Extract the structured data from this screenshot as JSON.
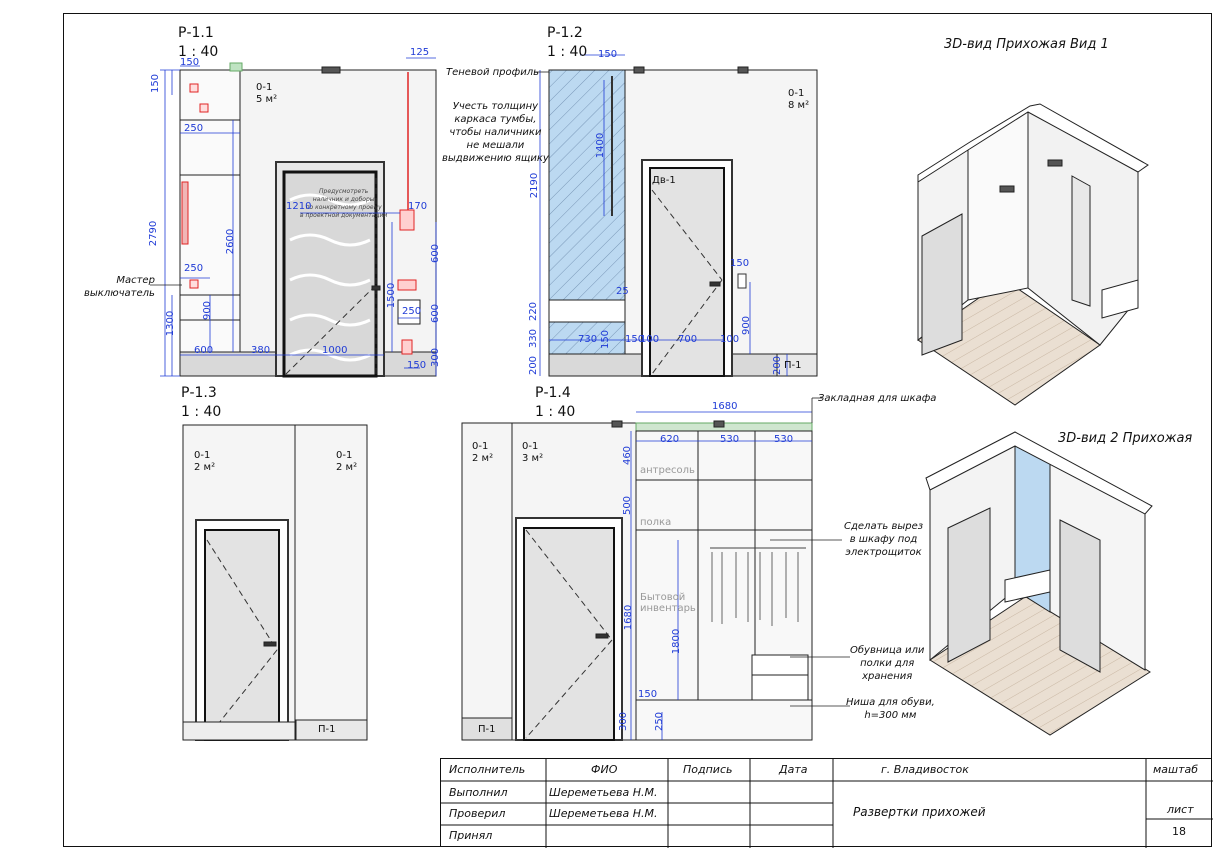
{
  "views": {
    "p11": {
      "code": "Р-1.1",
      "scale": "1 : 40",
      "room": "0-1",
      "area": "5 м²"
    },
    "p12": {
      "code": "Р-1.2",
      "scale": "1 : 40",
      "room": "0-1",
      "area": "8 м²"
    },
    "p13": {
      "code": "Р-1.3",
      "scale": "1 : 40",
      "room_a": "0-1",
      "area_a": "2 м²",
      "room_b": "0-1",
      "area_b": "2 м²",
      "floor": "П-1"
    },
    "p14": {
      "code": "Р-1.4",
      "scale": "1 : 40",
      "room_a": "0-1",
      "area_a": "2 м²",
      "room_b": "0-1",
      "area_b": "3 м²",
      "floor": "П-1"
    },
    "view3d1": "3D-вид Прихожая Вид 1",
    "view3d2": "3D-вид 2 Прихожая"
  },
  "notes": {
    "master_switch": "Мастер\nвыключатель",
    "shadow_profile": "Теневой профиль",
    "thickness": "Учесть толщину\nкаркаса тумбы,\nчтобы наличники\nне мешали\nвыдвижению ящику",
    "embed": "Закладная для шкафа",
    "cutout": "Сделать вырез\nв шкафу под\nэлектрощиток",
    "shoe_rack": "Обувница или\nполки для\nхранения",
    "shoe_niche": "Ниша для обуви,\nh=300 мм",
    "door_note": "Предусмотреть\nналичник и доборы\nпо конкретному проему\nв проектной документации",
    "door": "Дв-1",
    "floor_p12": "П-1"
  },
  "dims_p11": {
    "d150a": "150",
    "d125": "125",
    "d150b": "150",
    "d250a": "250",
    "d2790": "2790",
    "d2600": "2600",
    "d1210": "1210",
    "d170": "170",
    "d600a": "600",
    "d250b": "250",
    "d1300": "1300",
    "d900": "900",
    "d1500": "1500",
    "d250c": "250",
    "d600b": "600",
    "d600c": "600",
    "d380": "380",
    "d1000": "1000",
    "d300": "300",
    "d150c": "150"
  },
  "dims_p12": {
    "d150": "150",
    "d1400": "1400",
    "d2190": "2190",
    "d220": "220",
    "d330": "330",
    "d200a": "200",
    "d730": "730",
    "d150b": "150",
    "d150c": "150",
    "d100a": "100",
    "d700": "700",
    "d100b": "100",
    "d150d": "150",
    "d25": "25",
    "d900": "900",
    "d200b": "200"
  },
  "dims_p14": {
    "d1680a": "1680",
    "d620": "620",
    "d530a": "530",
    "d530b": "530",
    "d460": "460",
    "d500": "500",
    "d1680b": "1680",
    "d1800": "1800",
    "d150": "150",
    "d300": "300",
    "d250": "250"
  },
  "shelves": {
    "mezz": "антресоль",
    "shelf": "полка",
    "inventory": "Бытовой\nинвентарь"
  },
  "title_block": {
    "h_executor": "Исполнитель",
    "h_fio": "ФИО",
    "h_sign": "Подпись",
    "h_date": "Дата",
    "city": "г. Владивосток",
    "h_scale": "маштаб",
    "r1_role": "Выполнил",
    "r1_name": "Шереметьева Н.М.",
    "r2_role": "Проверил",
    "r2_name": "Шереметьева Н.М.",
    "r3_role": "Принял",
    "sheet_title": "Развертки прихожей",
    "h_sheet": "лист",
    "sheet_no": "18"
  },
  "colors": {
    "dim": "#1f3bd6",
    "accent": "#e02424",
    "glass": "#bcd9f1",
    "floor": "#e9ddd0"
  }
}
